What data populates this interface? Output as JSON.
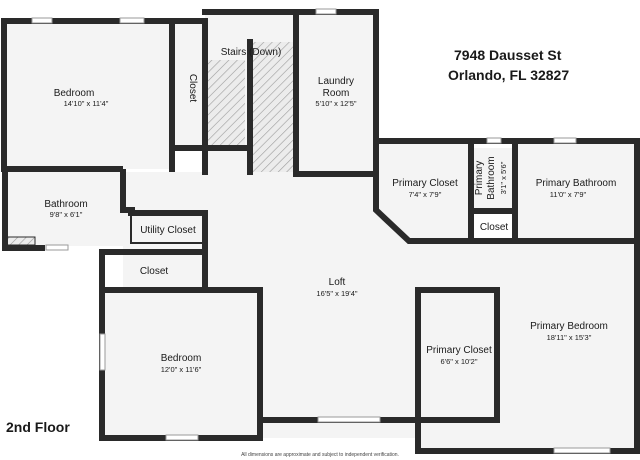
{
  "address": {
    "street": "7948 Dausset St",
    "city": "Orlando, FL 32827"
  },
  "floor_label": "2nd Floor",
  "footer_note": "All dimensions are approximate and subject to independent verification.",
  "rooms": {
    "bedroom_nw": {
      "name": "Bedroom",
      "dims": "14'10\" x 11'4\""
    },
    "closet_nw": {
      "name": "Closet"
    },
    "stairs": {
      "name": "Stairs (Down)"
    },
    "laundry": {
      "name_line1": "Laundry",
      "name_line2": "Room",
      "dims": "5'10\" x 12'5\""
    },
    "bathroom": {
      "name": "Bathroom",
      "dims": "9'8\" x 6'1\""
    },
    "utility_closet": {
      "name": "Utility Closet"
    },
    "closet_w": {
      "name": "Closet"
    },
    "bedroom_sw": {
      "name": "Bedroom",
      "dims": "12'0\" x 11'6\""
    },
    "loft": {
      "name": "Loft",
      "dims": "16'5\" x 19'4\""
    },
    "primary_closet_n": {
      "name": "Primary Closet",
      "dims": "7'4\" x 7'9\""
    },
    "primary_bathroom_small": {
      "name_line1": "Primary",
      "name_line2": "Bathroom",
      "dims": "3'1\" x 5'6\""
    },
    "primary_bathroom": {
      "name": "Primary Bathroom",
      "dims": "11'0\" x 7'9\""
    },
    "closet_e": {
      "name": "Closet"
    },
    "primary_closet_s": {
      "name": "Primary Closet",
      "dims": "6'6\" x 10'2\""
    },
    "primary_bedroom": {
      "name": "Primary Bedroom",
      "dims": "18'11\" x 15'3\""
    }
  }
}
